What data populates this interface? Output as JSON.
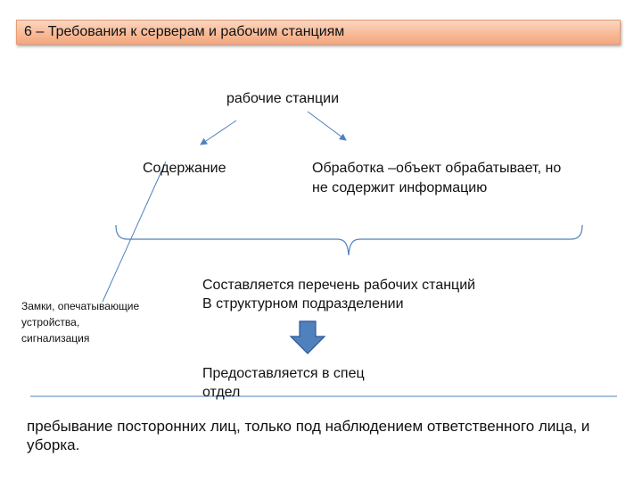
{
  "title": "6 – Требования к серверам и рабочим станциям",
  "nodes": {
    "top": "рабочие станции",
    "left": "Содержание",
    "right_line1": "Обработка –объект обрабатывает, но",
    "right_line2": "не содержит информацию",
    "locks_line1": "Замки, опечатывающие",
    "locks_line2": "устройства,",
    "locks_line3": "сигнализация",
    "list_line1": "Составляется перечень рабочих станций",
    "list_line2": "В структурном подразделении",
    "provided_line1": "Предоставляется в  спец",
    "provided_line2": "отдел"
  },
  "footer": {
    "line1": "пребывание посторонних лиц, только под наблюдением ответственного лица, и",
    "line2": "уборка."
  },
  "colors": {
    "title_bar": "#f8bb98",
    "connector": "#4f81bd",
    "arrow_fill": "#4f81bd",
    "arrow_stroke": "#2f5597",
    "divider": "#4f81bd"
  }
}
